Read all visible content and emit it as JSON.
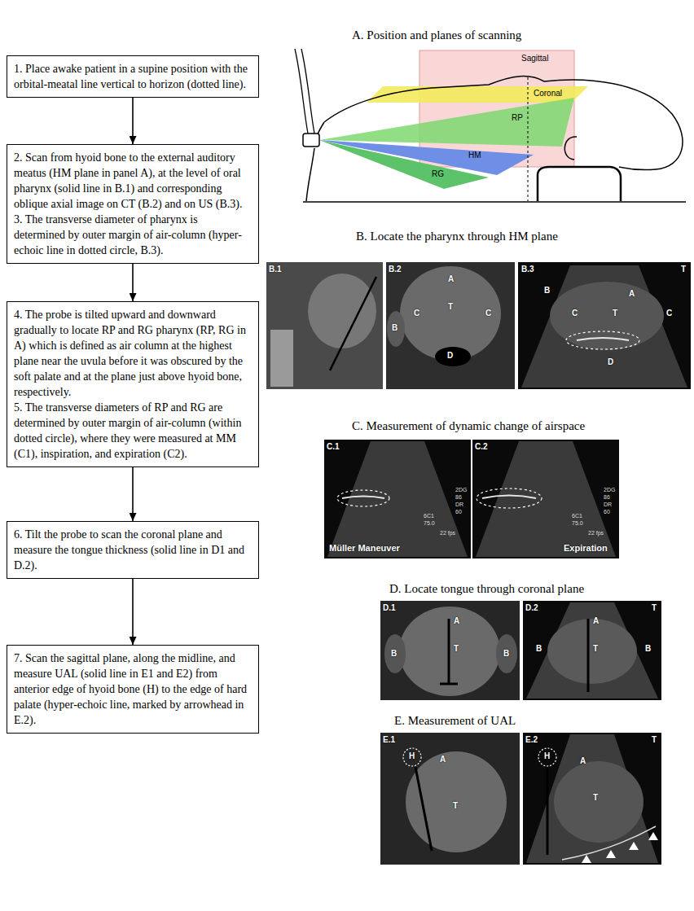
{
  "diagram": {
    "nodes": [
      {
        "text": [
          "1. Place awake patient in a supine position with the orbital-meatal line vertical to horizon (dotted line)."
        ]
      },
      {
        "text": [
          "2. Scan from hyoid bone to the external auditory meatus (HM plane in panel A), at the level of oral pharynx (solid line in B.1) and corresponding oblique axial image on CT (B.2) and on US (B.3).",
          "3. The transverse diameter of pharynx is determined by outer margin of air-column (hyper-echoic line in dotted circle, B.3)."
        ]
      },
      {
        "text": [
          "4. The probe is tilted upward and downward gradually to locate RP and RG pharynx (RP, RG in A) which is defined as air column at the highest plane near the uvula before it was obscured by the soft palate and at the plane just above hyoid bone, respectively.",
          "5. The transverse diameters of RP and RG are determined by outer margin of air-column (within dotted circle), where they were measured at MM (C1), inspiration, and expiration (C2)."
        ]
      },
      {
        "text": [
          "6. Tilt the probe to scan the coronal plane and measure the tongue thickness (solid line in D1 and D.2)."
        ]
      },
      {
        "text": [
          "7. Scan the sagittal plane, along the midline, and measure UAL (solid line in E1 and E2) from anterior edge of hyoid bone (H) to the edge of hard palate (hyper-echoic line, marked by arrowhead in E.2)."
        ]
      }
    ],
    "edges": [
      {
        "from": 0,
        "to": 1,
        "arrow": "to"
      },
      {
        "from": 1,
        "to": 2,
        "arrow": "to"
      },
      {
        "from": 2,
        "to": 3,
        "arrow": "to"
      },
      {
        "from": 3,
        "to": 4,
        "arrow": "to"
      }
    ],
    "labels": [
      "A. Position and planes of scanning",
      "Sagittal",
      "Coronal",
      "RP",
      "HM",
      "RG",
      "B. Locate the pharynx through HM plane",
      "B.1",
      "B.2",
      "A",
      "T",
      "B",
      "C",
      "C",
      "D",
      "B.3",
      "T",
      "B",
      "A",
      "C",
      "T",
      "C",
      "D",
      "C. Measurement of dynamic change of airspace",
      "C.1",
      "C.2",
      "Müller Maneuver",
      "Expiration",
      "2DG",
      "86",
      "DR",
      "60",
      "6C1",
      "75.0",
      "22 fps",
      "2DG",
      "86",
      "DR",
      "60",
      "6C1",
      "75.0",
      "22 fps",
      "D. Locate tongue through coronal plane",
      "D.1",
      "A",
      "T",
      "B",
      "B",
      "D.2",
      "T",
      "B",
      "A",
      "T",
      "B",
      "E. Measurement of UAL",
      "E.1",
      "H",
      "A",
      "T",
      "E.2",
      "T",
      "H",
      "A",
      "T"
    ]
  }
}
